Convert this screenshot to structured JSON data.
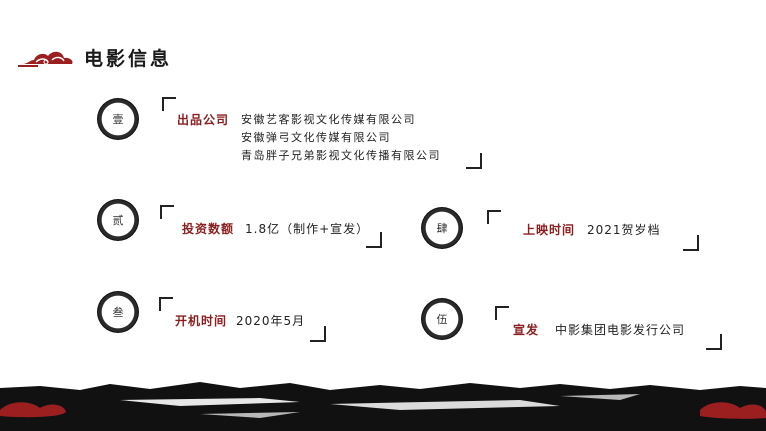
{
  "header": {
    "title": "电影信息",
    "icon": "cloud-icon"
  },
  "items": [
    {
      "badge": "壹",
      "label": "出品公司",
      "values": [
        "安徽艺客影视文化传媒有限公司",
        "安徽弹弓文化传媒有限公司",
        "青岛胖子兄弟影视文化传播有限公司"
      ]
    },
    {
      "badge": "贰",
      "label": "投资数额",
      "value": "1.8亿（制作+宣发）"
    },
    {
      "badge": "叁",
      "label": "开机时间",
      "value": "2020年5月"
    },
    {
      "badge": "肆",
      "label": "上映时间",
      "value": "2021贺岁档"
    },
    {
      "badge": "伍",
      "label": "宣发",
      "value": "中影集团电影发行公司"
    }
  ],
  "colors": {
    "accent": "#8b1e1e",
    "ink": "#111111"
  }
}
